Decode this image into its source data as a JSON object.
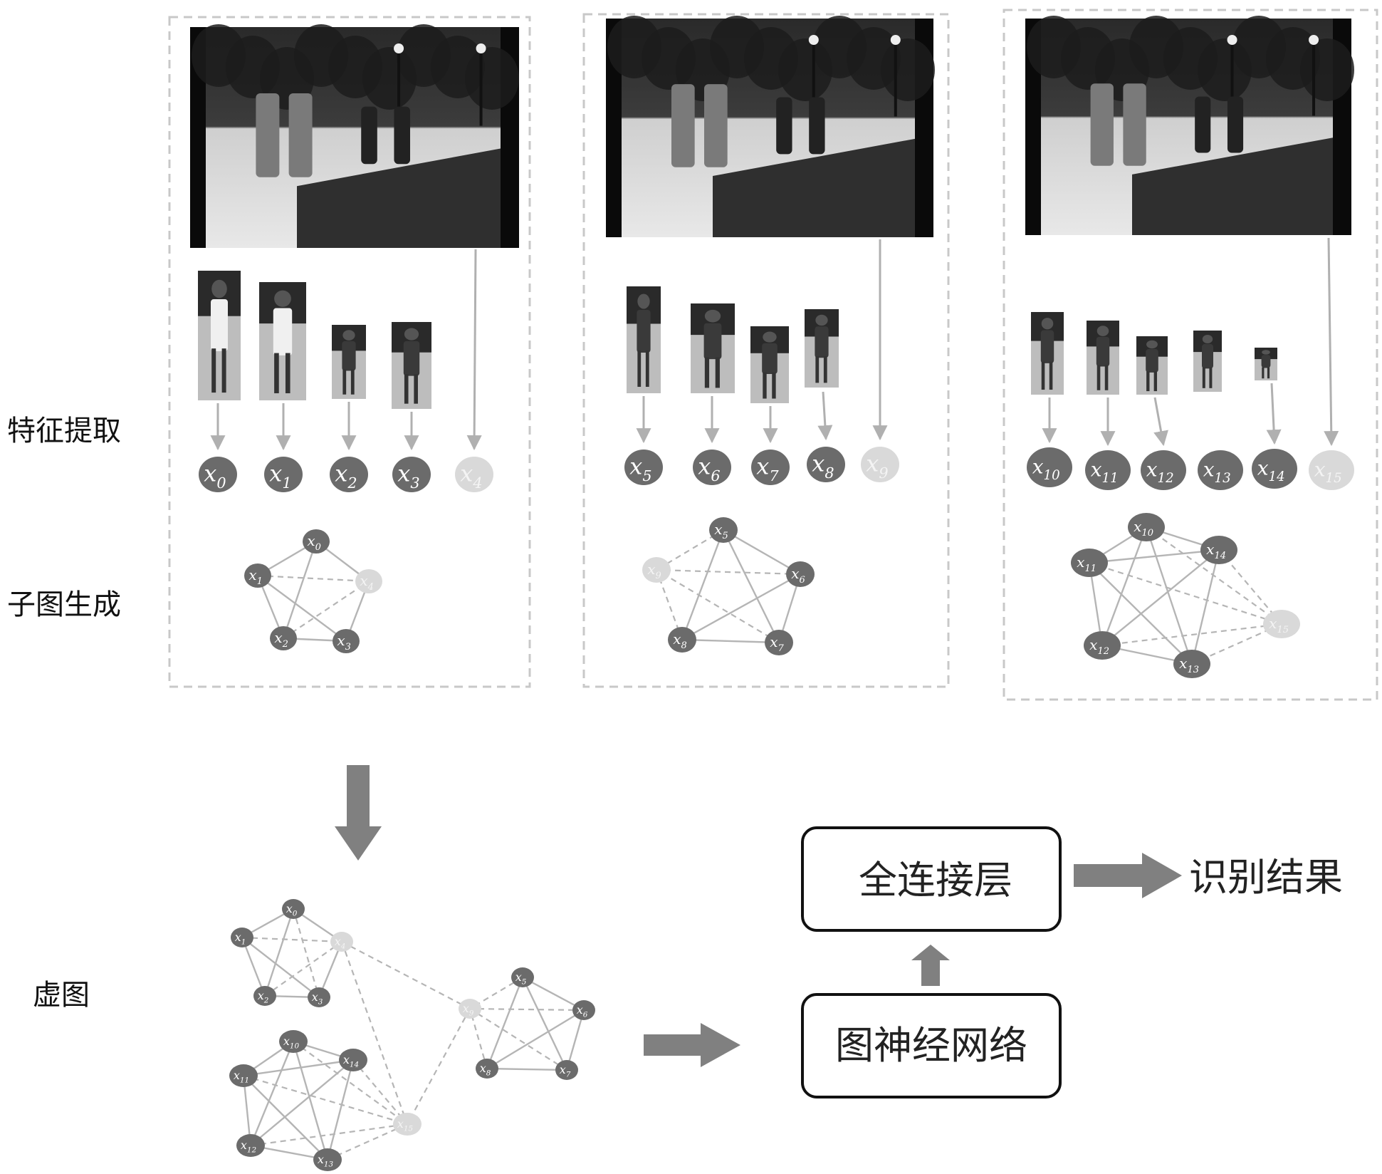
{
  "labels": {
    "feature_extraction": "特征提取",
    "subgraph_generation": "子图生成",
    "virtual_graph": "虚图"
  },
  "boxes": {
    "fully_connected": "全连接层",
    "gnn": "图神经网络"
  },
  "result_label": "识别结果",
  "colors": {
    "node_dark": "#6b6b6b",
    "node_light": "#d9d9d9",
    "edge": "#b5b5b5",
    "arrow": "#808080",
    "box_border": "#111111",
    "panel_border": "#c8c8c8"
  },
  "panels": [
    {
      "nodes": [
        {
          "label": "x",
          "sub": "0",
          "light": false
        },
        {
          "label": "x",
          "sub": "1",
          "light": false
        },
        {
          "label": "x",
          "sub": "2",
          "light": false
        },
        {
          "label": "x",
          "sub": "3",
          "light": false
        },
        {
          "label": "x",
          "sub": "4",
          "light": true
        }
      ]
    },
    {
      "nodes": [
        {
          "label": "x",
          "sub": "5",
          "light": false
        },
        {
          "label": "x",
          "sub": "6",
          "light": false
        },
        {
          "label": "x",
          "sub": "7",
          "light": false
        },
        {
          "label": "x",
          "sub": "8",
          "light": false
        },
        {
          "label": "x",
          "sub": "9",
          "light": true
        }
      ]
    },
    {
      "nodes": [
        {
          "label": "x",
          "sub": "10",
          "light": false
        },
        {
          "label": "x",
          "sub": "11",
          "light": false
        },
        {
          "label": "x",
          "sub": "12",
          "light": false
        },
        {
          "label": "x",
          "sub": "13",
          "light": false
        },
        {
          "label": "x",
          "sub": "14",
          "light": false
        },
        {
          "label": "x",
          "sub": "15",
          "light": true
        }
      ]
    }
  ]
}
